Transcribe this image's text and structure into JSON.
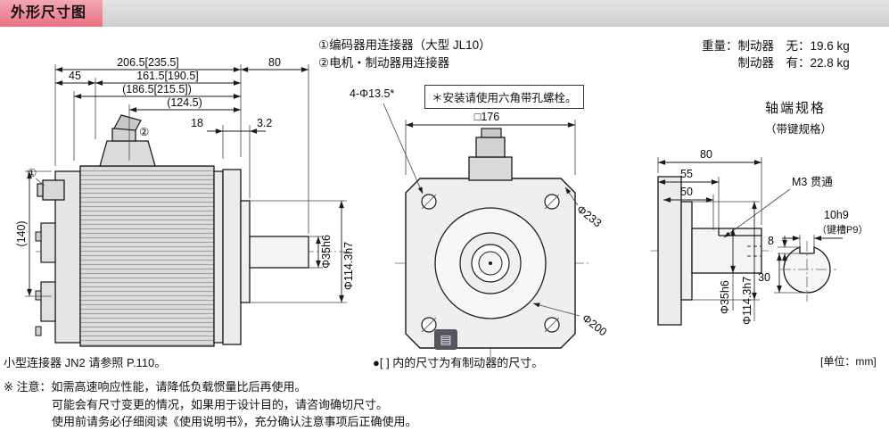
{
  "header": {
    "title": "外形尺寸图"
  },
  "top_notes": {
    "connector_note1": "①编码器用连接器（大型 JL10）",
    "connector_note2": "②电机・制动器用连接器",
    "boxed_note": "＊安装请使用六角带孔螺栓。"
  },
  "weight": {
    "label": "重量：",
    "without_brake": "制动器　无：19.6 kg",
    "with_brake": "制动器　有：22.8 kg"
  },
  "shaft_spec": {
    "title": "轴端规格",
    "subtitle": "（带键规格）"
  },
  "side_view": {
    "callout1": "①",
    "callout2": "②",
    "dims": {
      "total_length": "206.5[235.5]",
      "shaft_length": "80",
      "rear_overhang": "45",
      "body_length": "161.5[190.5]",
      "length_186": "(186.5[215.5])",
      "length_124": "(124.5)",
      "flange_thickness": "18",
      "spigot_thickness": "3.2",
      "height_140": "(140)",
      "shaft_dia": "Φ35h6",
      "spigot_dia": "Φ114.3h7"
    }
  },
  "front_view": {
    "dims": {
      "bolt_holes": "4-Φ13.5*",
      "square": "□176",
      "outer_dia": "Φ233",
      "pitch_dia": "Φ200"
    }
  },
  "shaft_end_view": {
    "dims": {
      "length_80": "80",
      "length_55": "55",
      "length_50": "50",
      "tap": "M3 贯通",
      "key_width": "10h9",
      "keyway": "（键槽P9）",
      "key_height": "8",
      "flat_to_bottom": "30",
      "shaft_dia": "Φ35h6",
      "spigot_dia": "Φ114.3h7"
    }
  },
  "footer": {
    "connector_ref": "小型连接器 JN2 请参照 P.110。",
    "bracket_note": "●[ ] 内的尺寸为有制动器的尺寸。",
    "unit": "[单位：mm]",
    "caution_line1": "※ 注意：如需高速响应性能，请降低负载惯量比后再使用。",
    "caution_line2": "可能会有尺寸变更的情况，如果用于设计目的，请咨询确切尺寸。",
    "caution_line3": "使用前请务必仔细阅读《使用说明书》，充分确认注意事项后正确使用。"
  }
}
